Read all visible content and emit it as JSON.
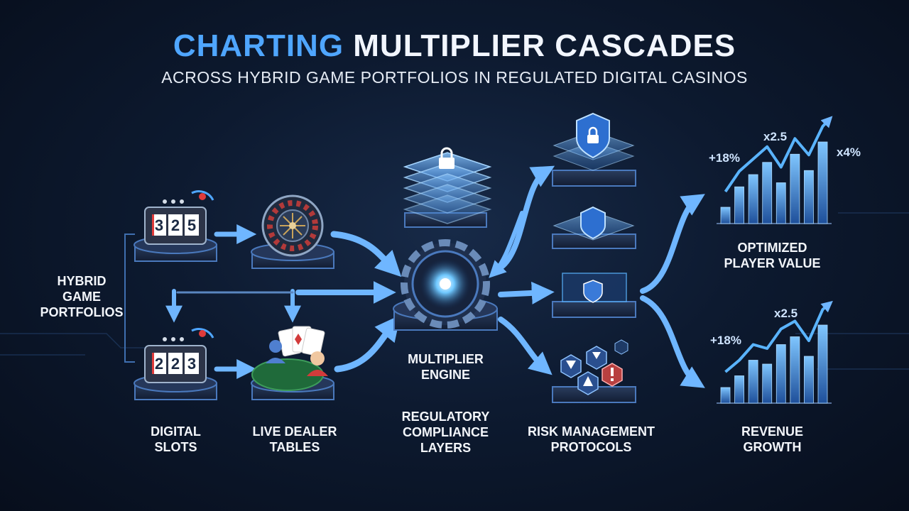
{
  "header": {
    "title_accent": "CHARTING",
    "title_rest": "MULTIPLIER CASCADES",
    "subtitle": "ACROSS HYBRID GAME PORTFOLIOS IN REGULATED DIGITAL CASINOS"
  },
  "left_label": [
    "HYBRID",
    "GAME",
    "PORTFOLIOS"
  ],
  "nodes": {
    "digital_slots": [
      "DIGITAL",
      "SLOTS"
    ],
    "live_dealer": [
      "LIVE DEALER",
      "TABLES"
    ],
    "multiplier_engine": [
      "MULTIPLIER",
      "ENGINE"
    ],
    "regulatory": [
      "REGULATORY",
      "COMPLIANCE",
      "LAYERS"
    ],
    "risk": [
      "RISK MANAGEMENT",
      "PROTOCOLS"
    ],
    "optimized": [
      "OPTIMIZED",
      "PLAYER VALUE"
    ],
    "revenue": [
      "REVENUE",
      "GROWTH"
    ]
  },
  "slot_top_digits": [
    "3",
    "2",
    "5"
  ],
  "slot_bottom_digits": [
    "2",
    "2",
    "3"
  ],
  "chart_top": {
    "left_pct": "+18%",
    "mid_mult": "x2.5",
    "right_pct": "x4%",
    "bars": [
      0.2,
      0.45,
      0.6,
      0.75,
      0.5,
      0.85,
      0.65,
      1.0
    ]
  },
  "chart_bottom": {
    "left_pct": "+18%",
    "mid_mult": "x2.5",
    "bars": [
      0.2,
      0.35,
      0.55,
      0.5,
      0.75,
      0.85,
      0.6,
      1.0
    ]
  },
  "colors": {
    "accent": "#4fa6ff",
    "panel": "#1d2b45",
    "glow": "#5ab4ff",
    "arrow": "#6fb6ff"
  }
}
